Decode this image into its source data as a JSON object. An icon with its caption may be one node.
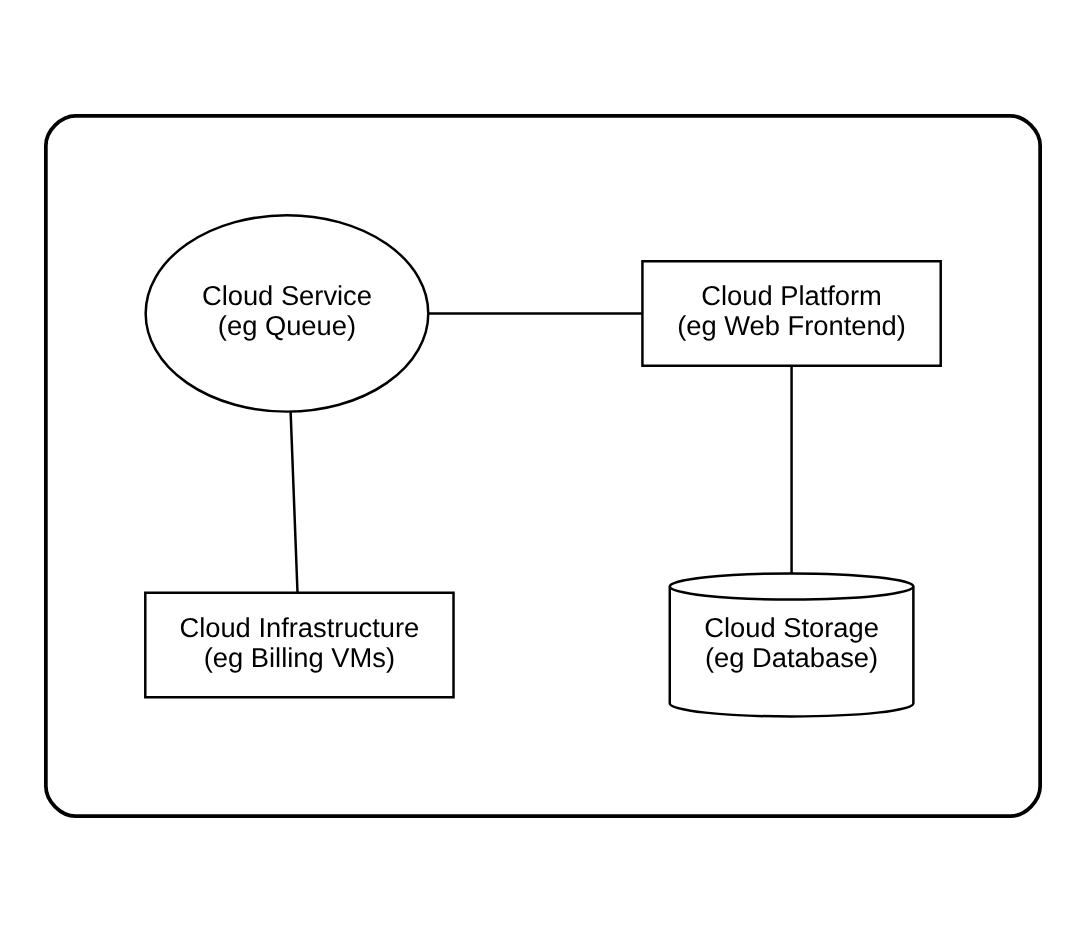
{
  "diagram": {
    "nodes": [
      {
        "text": [],
        "shape": "cloud"
      },
      {
        "text": [
          "Cloud Service",
          "(eg Queue)"
        ],
        "in": 0
      },
      {
        "text": [
          "Cloud Platform",
          "(eg Web Frontend)"
        ],
        "in": 0
      },
      {
        "text": [
          "Cloud Infrastructure",
          "(eg Billing VMs)"
        ],
        "in": 0
      },
      {
        "text": [
          "Cloud Storage",
          "(eg Database)"
        ],
        "in": 0
      }
    ],
    "edges": [
      {
        "from": 1,
        "to": 2,
        "arrow": "none"
      },
      {
        "from": 1,
        "to": 3,
        "arrow": "none"
      },
      {
        "from": 2,
        "to": 4,
        "arrow": "none"
      }
    ]
  }
}
